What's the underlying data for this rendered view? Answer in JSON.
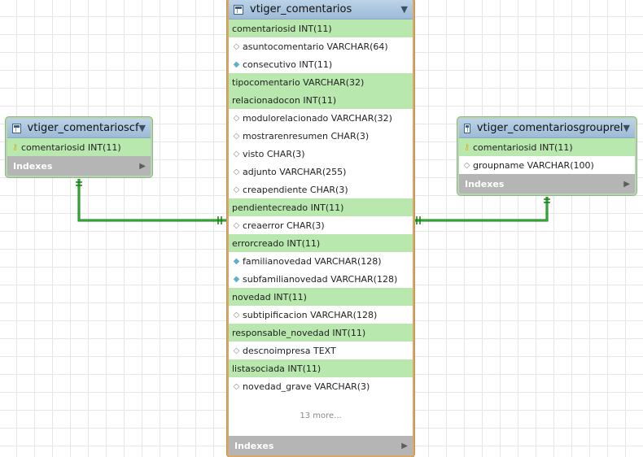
{
  "tables": {
    "main": {
      "title": "vtiger_comentarios",
      "columns": [
        {
          "text": "comentariosid INT(11)",
          "kind": "fk",
          "icon": "none"
        },
        {
          "text": "asuntocomentario VARCHAR(64)",
          "kind": "col",
          "icon": "diamond-outline"
        },
        {
          "text": "consecutivo INT(11)",
          "kind": "col",
          "icon": "diamond-filled"
        },
        {
          "text": "tipocomentario VARCHAR(32)",
          "kind": "fk",
          "icon": "none"
        },
        {
          "text": "relacionadocon INT(11)",
          "kind": "fk",
          "icon": "none"
        },
        {
          "text": "modulorelacionado VARCHAR(32)",
          "kind": "col",
          "icon": "diamond-outline"
        },
        {
          "text": "mostrarenresumen CHAR(3)",
          "kind": "col",
          "icon": "diamond-outline"
        },
        {
          "text": "visto CHAR(3)",
          "kind": "col",
          "icon": "diamond-outline"
        },
        {
          "text": "adjunto VARCHAR(255)",
          "kind": "col",
          "icon": "diamond-outline"
        },
        {
          "text": "creapendiente CHAR(3)",
          "kind": "col",
          "icon": "diamond-outline"
        },
        {
          "text": "pendientecreado INT(11)",
          "kind": "fk",
          "icon": "none"
        },
        {
          "text": "creaerror CHAR(3)",
          "kind": "col",
          "icon": "diamond-outline"
        },
        {
          "text": "errorcreado INT(11)",
          "kind": "fk",
          "icon": "none"
        },
        {
          "text": "familianovedad VARCHAR(128)",
          "kind": "col",
          "icon": "diamond-filled"
        },
        {
          "text": "subfamilianovedad VARCHAR(128)",
          "kind": "col",
          "icon": "diamond-filled"
        },
        {
          "text": "novedad INT(11)",
          "kind": "fk",
          "icon": "none"
        },
        {
          "text": "subtipificacion VARCHAR(128)",
          "kind": "col",
          "icon": "diamond-outline"
        },
        {
          "text": "responsable_novedad INT(11)",
          "kind": "fk",
          "icon": "none"
        },
        {
          "text": "descnoimpresa TEXT",
          "kind": "col",
          "icon": "diamond-outline"
        },
        {
          "text": "listasociada INT(11)",
          "kind": "fk",
          "icon": "none"
        },
        {
          "text": "novedad_grave VARCHAR(3)",
          "kind": "col",
          "icon": "diamond-outline"
        }
      ],
      "more": "13 more...",
      "indexes_label": "Indexes"
    },
    "left": {
      "title": "vtiger_comentarioscf",
      "columns": [
        {
          "text": "comentariosid INT(11)",
          "kind": "fk",
          "icon": "key"
        }
      ],
      "indexes_label": "Indexes"
    },
    "right": {
      "title": "vtiger_comentariosgrouprel",
      "columns": [
        {
          "text": "comentariosid INT(11)",
          "kind": "fk",
          "icon": "key"
        },
        {
          "text": "groupname VARCHAR(100)",
          "kind": "col",
          "icon": "diamond-outline"
        }
      ],
      "indexes_label": "Indexes"
    }
  },
  "relationships": [
    {
      "from": "vtiger_comentarioscf",
      "to": "vtiger_comentarios",
      "cardinality": "one-to-one"
    },
    {
      "from": "vtiger_comentariosgrouprel",
      "to": "vtiger_comentarios",
      "cardinality": "one-to-one"
    }
  ],
  "colors": {
    "fk_row": "#b8e8ae",
    "header": "#9dbad6",
    "connector": "#1f8a1f",
    "main_border": "#d7a86a",
    "side_border": "#b7d5b0"
  }
}
